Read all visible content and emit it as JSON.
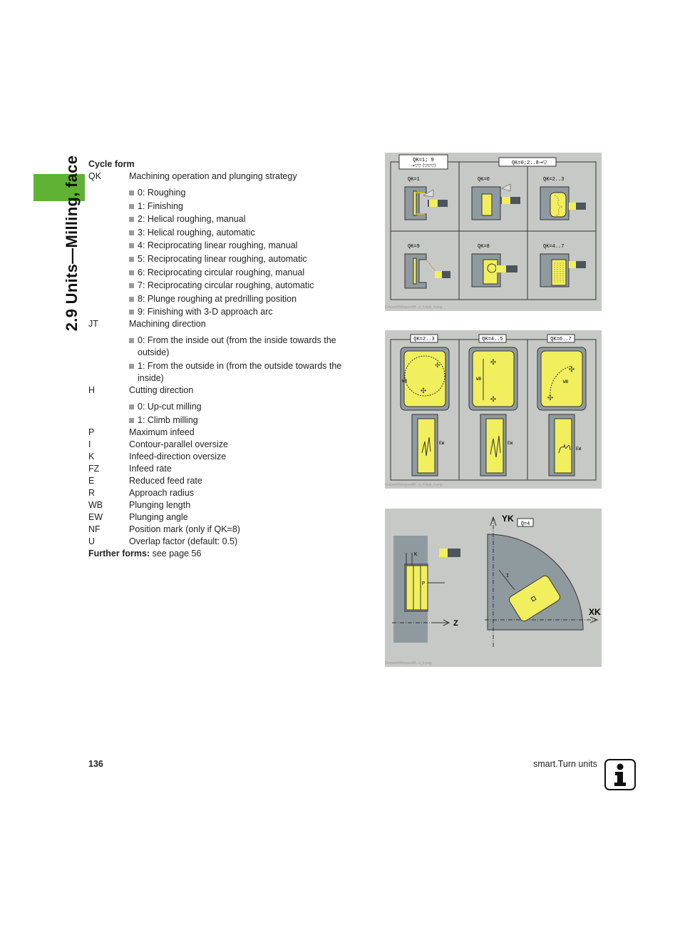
{
  "side_title": "2.9 Units—Milling, face",
  "cycle_form": "Cycle form",
  "params": [
    {
      "key": "QK",
      "desc": "Machining operation and plunging strategy"
    },
    {
      "key": "JT",
      "desc": "Machining direction"
    },
    {
      "key": "H",
      "desc": "Cutting direction"
    },
    {
      "key": "P",
      "desc": "Maximum infeed"
    },
    {
      "key": "I",
      "desc": "Contour-parallel oversize"
    },
    {
      "key": "K",
      "desc": "Infeed-direction oversize"
    },
    {
      "key": "FZ",
      "desc": "Infeed rate"
    },
    {
      "key": "E",
      "desc": "Reduced feed rate"
    },
    {
      "key": "R",
      "desc": "Approach radius"
    },
    {
      "key": "WB",
      "desc": "Plunging length"
    },
    {
      "key": "EW",
      "desc": "Plunging angle"
    },
    {
      "key": "NF",
      "desc": "Position mark (only if QK=8)"
    },
    {
      "key": "U",
      "desc": "Overlap factor (default: 0.5)"
    }
  ],
  "qk_options": [
    "0: Roughing",
    "1: Finishing",
    "2: Helical roughing, manual",
    "3: Helical roughing, automatic",
    "4: Reciprocating linear roughing, manual",
    "5: Reciprocating linear roughing, automatic",
    "6: Reciprocating circular roughing, manual",
    "7: Reciprocating circular roughing, automatic",
    "8: Plunge roughing at predrilling position",
    "9: Finishing with 3-D approach arc"
  ],
  "jt_options": [
    "0: From the inside out (from the inside towards the outside)",
    "1: From the outside in (from the outside towards the inside)"
  ],
  "h_options": [
    "0: Up-cut milling",
    "1: Climb milling"
  ],
  "further_label": "Further forms:",
  "further_text": " see page 56",
  "page_number": "136",
  "running_title": "smart.Turn units",
  "figure1": {
    "header_left": "QK=1; 9",
    "header_right": "QK=0;2..8",
    "cells": [
      "QK=1",
      "QK=0",
      "QK=2..3",
      "QK=9",
      "QK=8",
      "QK=4..7"
    ],
    "caption": "Gmpsm/Gfmpsm/M...k_Fräsk_6.png"
  },
  "figure2": {
    "labels": [
      "QK=2..3",
      "QK=4..5",
      "QK=6..7"
    ],
    "wb": "WB",
    "ew": "EW",
    "caption": "Gmpsm/Gfmpsm/M...k_Fräsk_6.png"
  },
  "figure3": {
    "yk": "YK",
    "xk": "XK",
    "z": "Z",
    "k": "K",
    "p": "P",
    "i": "I",
    "q": "Q=4",
    "caption": "Gmpsm/Gfmpsm/M...k_6.png"
  },
  "colors": {
    "accent": "#5fb233",
    "figure_bg": "#c7c9c6",
    "workpiece": "#f2ef5e"
  }
}
